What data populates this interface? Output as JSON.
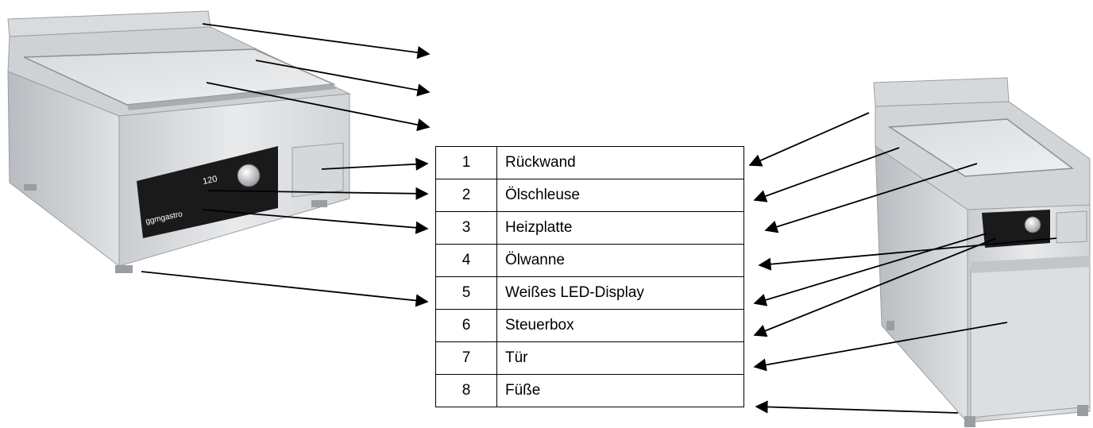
{
  "brand_logo_text": "ggmgastro",
  "display_value": "120",
  "parts": [
    {
      "num": "1",
      "name": "Rückwand"
    },
    {
      "num": "2",
      "name": "Ölschleuse"
    },
    {
      "num": "3",
      "name": "Heizplatte"
    },
    {
      "num": "4",
      "name": "Ölwanne"
    },
    {
      "num": "5",
      "name": "Weißes LED-Display"
    },
    {
      "num": "6",
      "name": "Steuerbox"
    },
    {
      "num": "7",
      "name": "Tür"
    },
    {
      "num": "8",
      "name": "Füße"
    }
  ],
  "colors": {
    "steel_light": "#e6e8ea",
    "steel_mid": "#c9ccd0",
    "steel_dark": "#9a9ea3",
    "panel_black": "#1a1a1a",
    "arrow": "#000000"
  },
  "icons": [
    "control-knob-icon",
    "arrowhead-icon"
  ]
}
